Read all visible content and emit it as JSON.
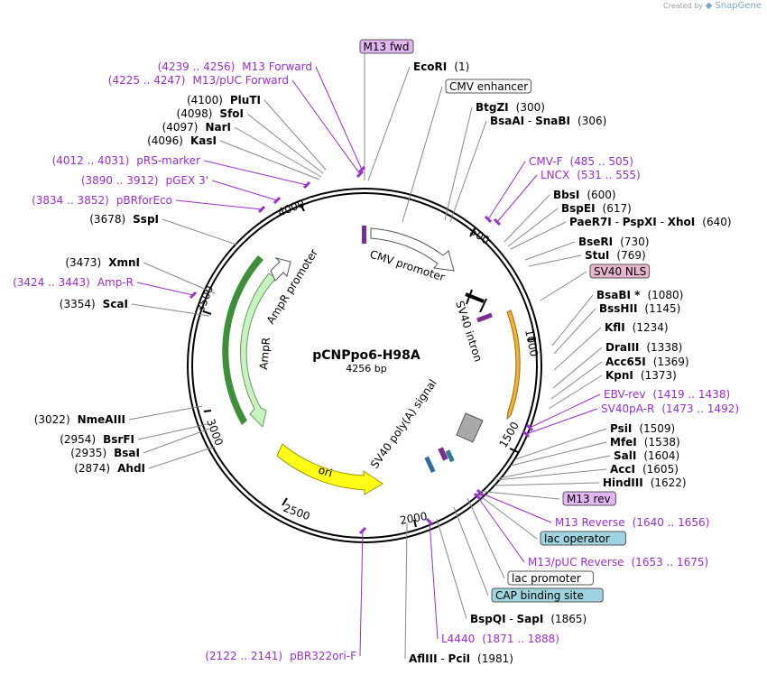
{
  "credit": {
    "prefix": "Created by",
    "brand": "SnapGene"
  },
  "plasmid": {
    "name": "pCNPpo6-H98A",
    "size": "4256 bp"
  },
  "ticks": [
    "500",
    "1000",
    "1500",
    "2000",
    "2500",
    "3000",
    "3500",
    "4000"
  ],
  "features": {
    "cmv_promoter": "CMV promoter",
    "sv40_intron": "SV40 intron",
    "sv40_polya": "SV40 poly(A) signal",
    "ori": "ori",
    "ampr": "AmpR",
    "ampr_promoter": "AmpR promoter"
  },
  "right_labels": [
    {
      "kind": "enzyme",
      "parts": [
        "EcoRI",
        "(1)"
      ]
    },
    {
      "kind": "badge",
      "text": "CMV enhancer",
      "fill": "#ffffff"
    },
    {
      "kind": "enzyme",
      "parts": [
        "BtgZI",
        "(300)"
      ]
    },
    {
      "kind": "enzyme",
      "parts": [
        "BsaAI",
        " - ",
        "SnaBI",
        "(306)"
      ]
    },
    {
      "kind": "primer",
      "parts": [
        "CMV-F",
        "(485 .. 505)"
      ]
    },
    {
      "kind": "primer",
      "parts": [
        "LNCX",
        "(531 .. 555)"
      ]
    },
    {
      "kind": "enzyme",
      "parts": [
        "BbsI",
        "(600)"
      ]
    },
    {
      "kind": "enzyme",
      "parts": [
        "BspEI",
        "(617)"
      ]
    },
    {
      "kind": "enzyme",
      "parts": [
        "PaeR7I",
        " - ",
        "PspXI",
        " - ",
        "XhoI",
        "(640)"
      ]
    },
    {
      "kind": "enzyme",
      "parts": [
        "BseRI",
        "(730)"
      ]
    },
    {
      "kind": "enzyme",
      "parts": [
        "StuI",
        "(769)"
      ]
    },
    {
      "kind": "badge",
      "text": "SV40 NLS",
      "fill": "#e8b6cc"
    },
    {
      "kind": "enzyme",
      "parts": [
        "BsaBI *",
        "(1080)"
      ]
    },
    {
      "kind": "enzyme",
      "parts": [
        "BssHII",
        "(1145)"
      ]
    },
    {
      "kind": "enzyme",
      "parts": [
        "KflI",
        "(1234)"
      ]
    },
    {
      "kind": "enzyme",
      "parts": [
        "DraIII",
        "(1338)"
      ]
    },
    {
      "kind": "enzyme",
      "parts": [
        "Acc65I",
        "(1369)"
      ]
    },
    {
      "kind": "enzyme",
      "parts": [
        "KpnI",
        "(1373)"
      ]
    },
    {
      "kind": "primer",
      "parts": [
        "EBV-rev",
        "(1419 .. 1438)"
      ]
    },
    {
      "kind": "primer",
      "parts": [
        "SV40pA-R",
        "(1473 .. 1492)"
      ]
    },
    {
      "kind": "enzyme",
      "parts": [
        "PsiI",
        "(1509)"
      ]
    },
    {
      "kind": "enzyme",
      "parts": [
        "MfeI",
        "(1538)"
      ]
    },
    {
      "kind": "enzyme",
      "parts": [
        "SalI",
        "(1604)"
      ]
    },
    {
      "kind": "enzyme",
      "parts": [
        "AccI",
        "(1605)"
      ]
    },
    {
      "kind": "enzyme",
      "parts": [
        "HindIII",
        "(1622)"
      ]
    },
    {
      "kind": "badge",
      "text": "M13 rev",
      "fill": "#e2b6f2"
    },
    {
      "kind": "primer",
      "parts": [
        "M13 Reverse",
        "(1640 .. 1656)"
      ]
    },
    {
      "kind": "badge",
      "text": "lac operator",
      "fill": "#9fd3df"
    },
    {
      "kind": "primer",
      "parts": [
        "M13/pUC Reverse",
        "(1653 .. 1675)"
      ]
    },
    {
      "kind": "badge",
      "text": "lac promoter",
      "fill": "#ffffff"
    },
    {
      "kind": "badge",
      "text": "CAP binding site",
      "fill": "#9fd3df"
    },
    {
      "kind": "enzyme",
      "parts": [
        "BspQI",
        " - ",
        "SapI",
        "(1865)"
      ]
    },
    {
      "kind": "primer",
      "parts": [
        "L4440",
        "(1871 .. 1888)"
      ]
    },
    {
      "kind": "enzyme",
      "parts": [
        "AflIII",
        " - ",
        "PciI",
        "(1981)"
      ]
    }
  ],
  "top_badge": {
    "text": "M13 fwd",
    "fill": "#e2b6f2"
  },
  "left_labels": [
    {
      "kind": "primer",
      "parts": [
        "(4239 .. 4256)",
        "M13 Forward"
      ]
    },
    {
      "kind": "primer",
      "parts": [
        "(4225 .. 4247)",
        "M13/pUC Forward"
      ]
    },
    {
      "kind": "enzyme",
      "parts": [
        "(4100)",
        "PluTI"
      ]
    },
    {
      "kind": "enzyme",
      "parts": [
        "(4098)",
        "SfoI"
      ]
    },
    {
      "kind": "enzyme",
      "parts": [
        "(4097)",
        "NarI"
      ]
    },
    {
      "kind": "enzyme",
      "parts": [
        "(4096)",
        "KasI"
      ]
    },
    {
      "kind": "primer",
      "parts": [
        "(4012 .. 4031)",
        "pRS-marker"
      ]
    },
    {
      "kind": "primer",
      "parts": [
        "(3890 .. 3912)",
        "pGEX 3'"
      ]
    },
    {
      "kind": "primer",
      "parts": [
        "(3834 .. 3852)",
        "pBRforEco"
      ]
    },
    {
      "kind": "enzyme",
      "parts": [
        "(3678)",
        "SspI"
      ]
    },
    {
      "kind": "enzyme",
      "parts": [
        "(3473)",
        "XmnI"
      ]
    },
    {
      "kind": "primer",
      "parts": [
        "(3424 .. 3443)",
        "Amp-R"
      ]
    },
    {
      "kind": "enzyme",
      "parts": [
        "(3354)",
        "ScaI"
      ]
    },
    {
      "kind": "enzyme",
      "parts": [
        "(3022)",
        "NmeAIII"
      ]
    },
    {
      "kind": "enzyme",
      "parts": [
        "(2954)",
        "BsrFI"
      ]
    },
    {
      "kind": "enzyme",
      "parts": [
        "(2935)",
        "BsaI"
      ]
    },
    {
      "kind": "enzyme",
      "parts": [
        "(2874)",
        "AhdI"
      ]
    },
    {
      "kind": "primer",
      "parts": [
        "(2122 .. 2141)",
        "pBR322ori-F"
      ]
    }
  ]
}
